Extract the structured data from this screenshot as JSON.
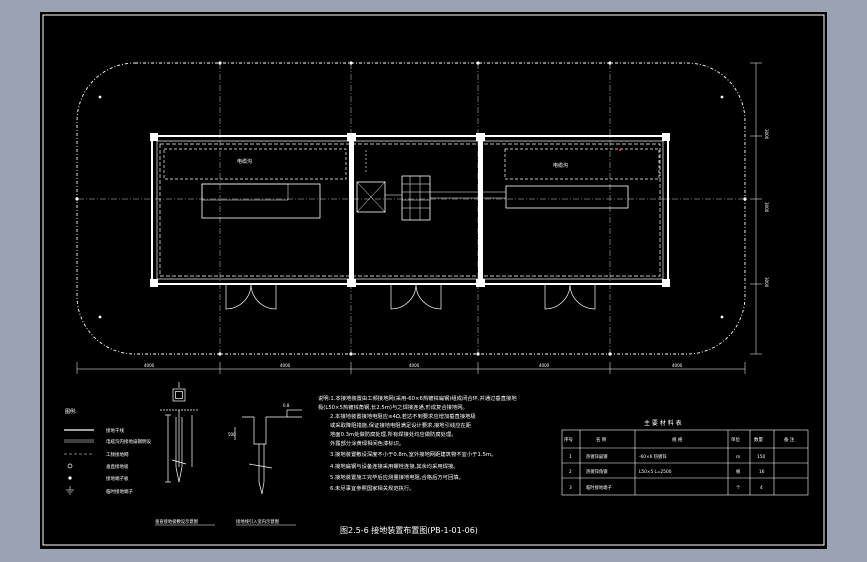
{
  "drawing": {
    "title": "图2.5-6   接地装置布置图(PB-1-01-06)",
    "rooms": {
      "left_label": "电缆沟",
      "right_label": "电缆沟"
    },
    "dimensions": {
      "bottom": [
        "4000",
        "4000",
        "4000",
        "4000",
        "4000"
      ],
      "right": [
        "3000",
        "3000",
        "3000"
      ]
    },
    "legend": {
      "heading": "图例:",
      "items": [
        {
          "symbol": "solid-line",
          "label": "接地干线"
        },
        {
          "symbol": "double-line",
          "label": "电缆沟内接地扁钢明设"
        },
        {
          "symbol": "dashed-line",
          "label": "工频接地网"
        },
        {
          "symbol": "circle",
          "label": "垂直接地极"
        },
        {
          "symbol": "dot",
          "label": "接地端子板"
        },
        {
          "symbol": "ground",
          "label": "临时接地端子"
        }
      ]
    },
    "details": {
      "left_caption": "垂直接地极敷设示意图",
      "right_caption": "接地线引入室内示意图",
      "depth_label": "0.8",
      "height_label": "500"
    },
    "notes": [
      "说明:1.本接地装置由工频接地网(采用-60×6热镀锌扁钢)组成闭合环,并通过垂直接地",
      "  极(L50×5热镀锌角钢,长2.5m)与之焊接连通,形成复合接地网。",
      "2.本接地装置接地电阻应≤4Ω,若达不到要求应增加垂直接地极",
      "  或采取降阻措施,保证接地电阻满足设计要求,接地引线应在距",
      "  地面0.3m处做防腐处理,所有焊接处均应做防腐处理。",
      "  外露部分涂黄绿相间色漆标识。",
      "3.接地装置敷设深度不小于0.8m,室外接地网距建筑物不宜小于1.5m。",
      "4.接地扁钢与设备连接采用螺栓连接,其余均采用焊接。",
      "5.接地装置施工完毕后应测量接地电阻,合格后方可回填。",
      "6.未尽事宜参照国家相关规范执行。"
    ],
    "table": {
      "title": "主 要 材 料 表",
      "headers": [
        "序号",
        "名 称",
        "规 格",
        "单位",
        "数量",
        "备 注"
      ],
      "rows": [
        [
          "1",
          "热镀锌扁钢",
          "-60×6 热镀锌",
          "m",
          "150",
          ""
        ],
        [
          "2",
          "热镀锌角钢",
          "L50×5 L=2500",
          "根",
          "16",
          ""
        ],
        [
          "3",
          "临时接地端子",
          "",
          "个",
          "4",
          ""
        ]
      ]
    }
  }
}
